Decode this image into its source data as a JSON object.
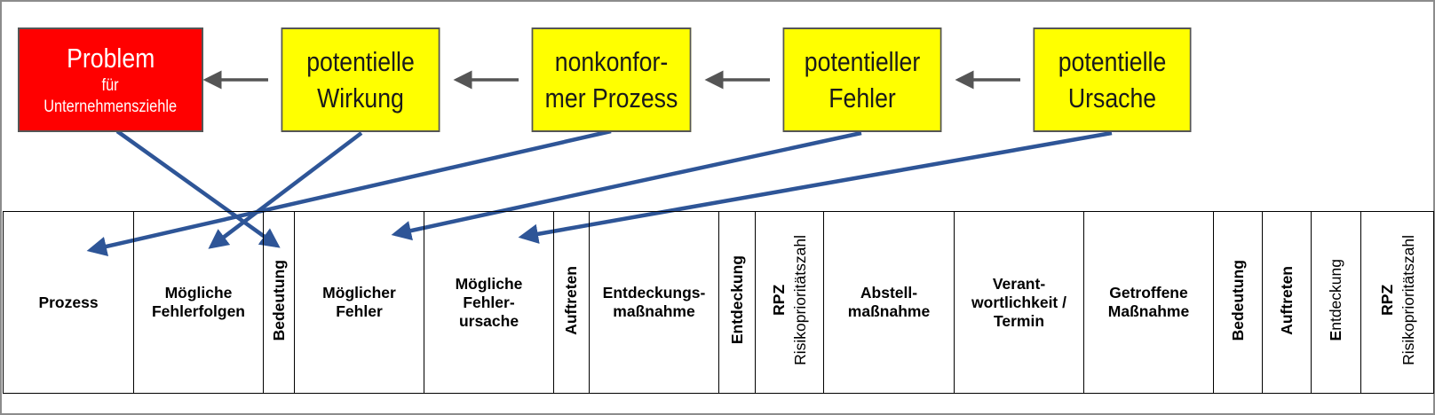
{
  "top_boxes": {
    "problem": {
      "line1": "Problem",
      "line2": "für",
      "line3": "Unternehmensziehle",
      "fill": "#ff0000"
    },
    "wirkung": {
      "line1": "potentielle",
      "line2": "Wirkung"
    },
    "prozess": {
      "line1": "nonkonfor-",
      "line2": "mer Prozess"
    },
    "fehler": {
      "line1": "potentieller",
      "line2": "Fehler"
    },
    "ursache": {
      "line1": "potentielle",
      "line2": "Ursache"
    },
    "fill": "#ffff00"
  },
  "colors": {
    "arrow_gray": "#555555",
    "arrow_blue": "#2e5597",
    "border": "#000000"
  },
  "table": {
    "prozess": "Prozess",
    "fehlerfolgen": {
      "l1": "Mögliche",
      "l2": "Fehlerfolgen"
    },
    "bedeutung": "Bedeutung",
    "fehler": {
      "l1": "Möglicher",
      "l2": "Fehler"
    },
    "ursache": {
      "l1": "Mögliche",
      "l2": "Fehler-",
      "l3": "ursache"
    },
    "auftreten": "Auftreten",
    "entdeckungsmassnahme": {
      "l1": "Entdeckungs-",
      "l2": "maßnahme"
    },
    "entdeckung": "Entdeckung",
    "rpz": {
      "abbr": "RPZ",
      "full": "Risikoprioritätszahl"
    },
    "abstellmassnahme": {
      "l1": "Abstell-",
      "l2": "maßnahme"
    },
    "verantwortlichkeit": {
      "l1": "Verant-",
      "l2": "wortlichkeit /",
      "l3": "Termin"
    },
    "getroffene": {
      "l1": "Getroffene",
      "l2": "Maßnahme"
    },
    "bedeutung2": "Bedeutung",
    "auftreten2": "Auftreten",
    "entdeckung2": {
      "first": "E",
      "rest": "ntdeckung"
    },
    "rpz2": {
      "abbr": "RPZ",
      "full": "Risikoprioritätszahl"
    }
  }
}
